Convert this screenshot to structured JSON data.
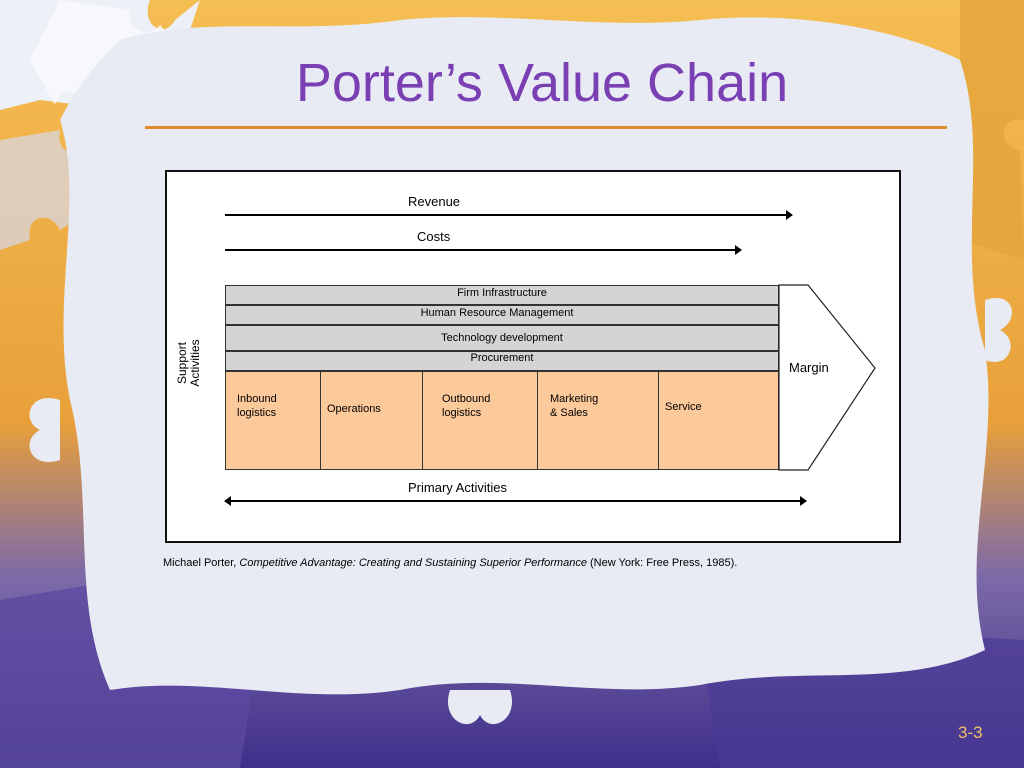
{
  "slide": {
    "title": "Porter’s Value Chain",
    "number": "3-3"
  },
  "diagram": {
    "revenue_label": "Revenue",
    "costs_label": "Costs",
    "support_activities_label": "Support\nActivities",
    "support_rows": [
      "Firm Infrastructure",
      "Human Resource Management",
      "Technology development",
      "Procurement"
    ],
    "primary_activities": [
      "Inbound\nlogistics",
      "Operations",
      "Outbound\nlogistics",
      "Marketing\n& Sales",
      "Service"
    ],
    "margin_label": "Margin",
    "primary_activities_label": "Primary Activities"
  },
  "citation": {
    "author": "Michael Porter, ",
    "work": "Competitive Advantage: Creating and Sustaining Superior Performance",
    "publisher": " (New York: Free Press, 1985)."
  },
  "colors": {
    "title": "#7a3fb3",
    "rule": "#e08a2a",
    "support_fill": "#d4d4d4",
    "primary_fill": "#fcc99b"
  }
}
